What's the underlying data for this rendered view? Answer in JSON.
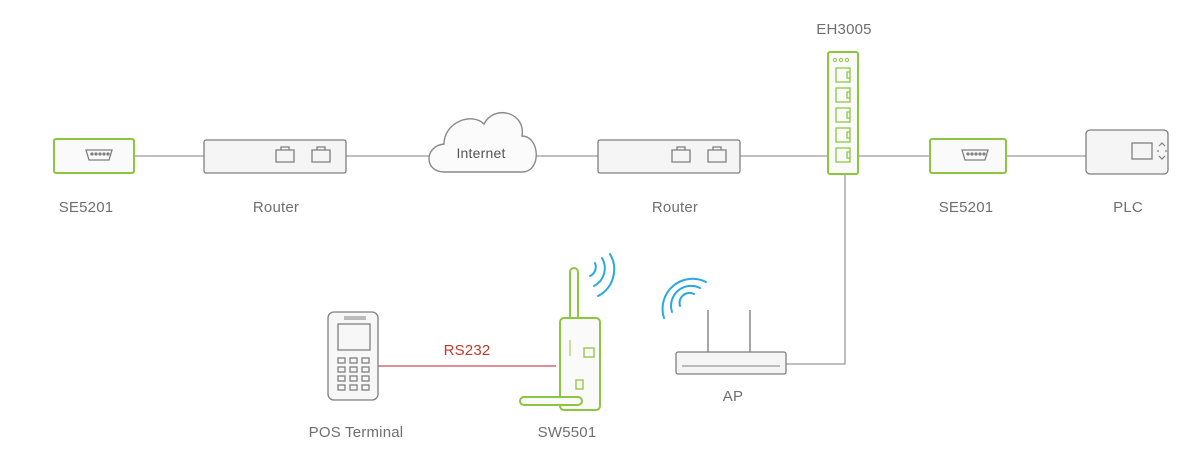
{
  "labels": {
    "eh3005": "EH3005",
    "se5201_left": "SE5201",
    "router_left": "Router",
    "internet": "Internet",
    "router_right": "Router",
    "se5201_right": "SE5201",
    "plc": "PLC",
    "rs232": "RS232",
    "pos_terminal": "POS Terminal",
    "sw5501": "SW5501",
    "ap": "AP"
  },
  "colors": {
    "device_outline": "#7f7f7f",
    "device_fill": "#f5f5f5",
    "accent_green": "#8cc63f",
    "wifi_blue": "#29a8e0",
    "serial_link_red": "#d36a72",
    "link_gray": "#9a9a9a",
    "label_gray": "#6f6f6f"
  },
  "icons": [
    "cloud-icon",
    "ethernet-port-icon",
    "serial-port-icon",
    "wifi-signal-icon",
    "antenna-icon"
  ]
}
